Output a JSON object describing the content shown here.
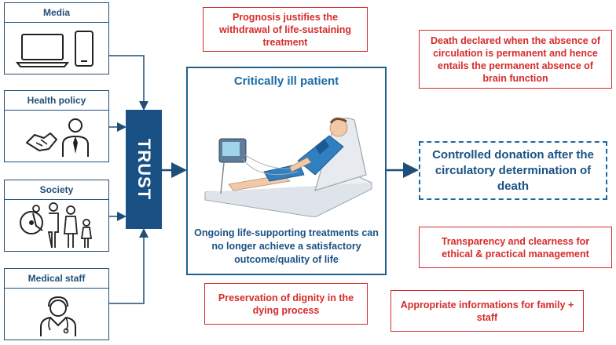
{
  "sources": {
    "media": "Media",
    "health_policy": "Health policy",
    "society": "Society",
    "medical_staff": "Medical staff"
  },
  "trust": "TRUST",
  "patient": {
    "title": "Critically ill patient",
    "description": "Ongoing life-supporting treatments can no longer achieve a satisfactory outcome/quality of life"
  },
  "outcome": "Controlled donation after the circulatory determination of death",
  "principles": {
    "prognosis": "Prognosis justifies the withdrawal of life-sustaining treatment",
    "death_declared": "Death declared when the absence of circulation is permanent and hence entails the permanent absence of brain function",
    "transparency": "Transparency and clearness for ethical & practical management",
    "dignity": "Preservation of dignity in the dying process",
    "informations": "Appropriate informations for family + staff"
  },
  "colors": {
    "navy": "#1a5184",
    "red": "#d62b2b",
    "blue": "#1a6aa3"
  }
}
